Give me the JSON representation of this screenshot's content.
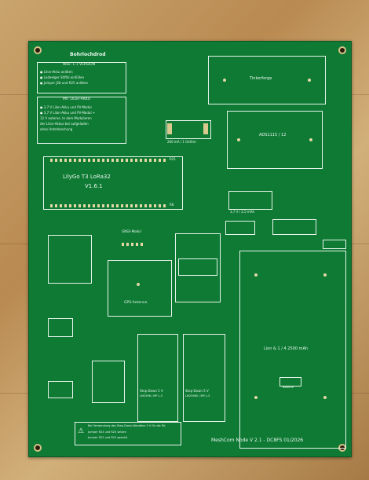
{
  "board": {
    "title_block": {
      "heading": "Bohrlochdrod",
      "box1_title": "Wiki: 1.1 VERSION",
      "box1_lines": [
        "● Lilon-Akku anlöten",
        "● Ladeelger Stiftkl.einfüllen",
        "● Jumper J2b und R25 anlöten"
      ],
      "box2_title": "MIT LILon-AKKU",
      "box2_lines": [
        "● 3,7 V Lilon-Akku und PV-Modul",
        "● 3,7 V Lilon-Akku und PV-Modul +",
        "  12 V externe. In dem Modulieren",
        "  der Lilon-Akkus bei aufgeladen",
        "  ohne Unterbrechung"
      ]
    },
    "lilygo": {
      "line1": "LilyGo  T3  LoRa32",
      "line2": "V1.6.1",
      "ref_top": "R21",
      "ref_bottom": "R8"
    },
    "fuse_label": "200 mA / 1 Ostfrei",
    "power_label": "3,7 V / 2,5 mAh",
    "gps_label": "GPS-Antenne",
    "battery_label": "Lion & 1 / 4 2500 mAh",
    "stepdown1": {
      "line1": "Step-Down 5 V",
      "line2": "LM2596 / MP-1.5"
    },
    "stepdown2": {
      "line1": "Step-Down 5 V",
      "line2": "LM2596S / MP-1.5"
    },
    "bottom_note_line1": "Bei Verwendung des Step-Down-Wandlers 5 V für die PA:",
    "bottom_note_line2": "Jumper R24 und R25 setzen",
    "bottom_note_line3": "Jumper R22 und R23 gesetzt",
    "signature": "MeshCom Node V 2.1 - DC8FS 01/2026",
    "module_top_right": "Tinkerforge",
    "module_mid_right": "ADS1115 / 12",
    "bat_small_label": "Batterie",
    "gps_small_label": "GNSS-Modul"
  },
  "colors": {
    "pcb": "#0e7a34",
    "silkscreen": "#eaf7ee",
    "copper_pad": "#d9c98f",
    "wood": "#c9a46d"
  }
}
